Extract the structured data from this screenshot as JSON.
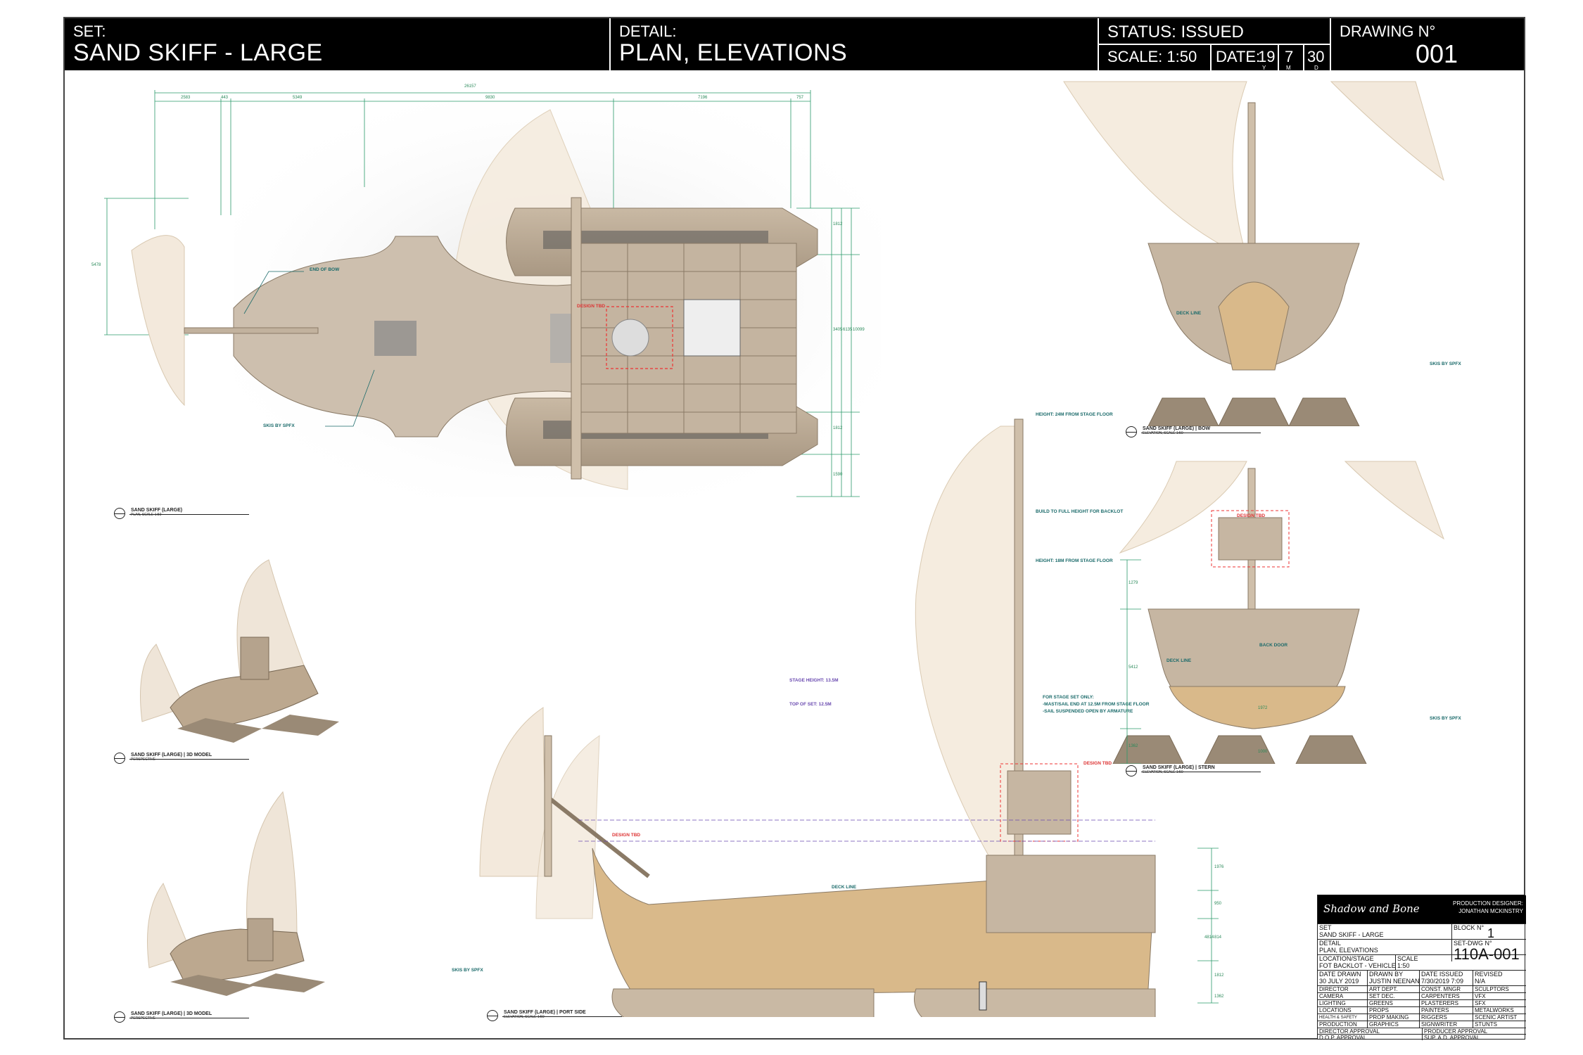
{
  "header": {
    "set_label": "SET:",
    "set_value": "SAND SKIFF - LARGE",
    "detail_label": "DETAIL:",
    "detail_value": "PLAN, ELEVATIONS",
    "status": "STATUS: ISSUED",
    "scale": "SCALE: 1:50",
    "date_label": "DATE:",
    "date_y": "19",
    "date_m": "7",
    "date_d": "30",
    "y_tag": "Y",
    "m_tag": "M",
    "d_tag": "D",
    "drawing_label": "DRAWING N°",
    "drawing_value": "001"
  },
  "views": {
    "plan": {
      "label": "SAND SKIFF (LARGE)",
      "sub": "PLAN, SCALE 1:50"
    },
    "model1": {
      "label": "SAND SKIFF (LARGE) | 3D MODEL",
      "sub": "PERSPECTIVE"
    },
    "model2": {
      "label": "SAND SKIFF (LARGE) | 3D MODEL",
      "sub": "PERSPECTIVE"
    },
    "port": {
      "label": "SAND SKIFF (LARGE) | PORT SIDE",
      "sub": "ELEVATION, SCALE 1:50"
    },
    "bow": {
      "label": "SAND SKIFF (LARGE) | BOW",
      "sub": "ELEVATION, SCALE 1:50"
    },
    "stern": {
      "label": "SAND SKIFF (LARGE) | STERN",
      "sub": "ELEVATION, SCALE 1:50"
    }
  },
  "notes": {
    "end_of_bow": "END OF BOW",
    "design_tbd": "DESIGN TBD",
    "skis_by_spfx": "SKIS BY SPFX",
    "deck_line": "DECK LINE",
    "back_door": "BACK DOOR",
    "height_24": "HEIGHT: 24M FROM STAGE FLOOR",
    "build_full": "BUILD TO FULL HEIGHT FOR BACKLOT",
    "height_18": "HEIGHT: 18M FROM STAGE FLOOR",
    "stage_height": "STAGE HEIGHT: 13.5M",
    "top_of_set": "TOP OF SET: 12.5M",
    "stage_set_1": "FOR STAGE SET ONLY:",
    "stage_set_2": "-MAST/SAIL END AT 12.5M FROM STAGE FLOOR",
    "stage_set_3": "-SAIL SUSPENDED OPEN BY ARMATURE"
  },
  "dims": {
    "overall": "26157",
    "d1": "2583",
    "d2": "443",
    "d3": "5349",
    "d4": "9830",
    "d5": "7196",
    "d6": "757",
    "beam": "5478",
    "r1": "1812",
    "r2": "3405",
    "r3": "6135",
    "r4": "10099",
    "r5": "1812",
    "r6": "1590",
    "s1": "1279",
    "s2": "5412",
    "s3": "1362",
    "p1": "1976",
    "p2": "950",
    "p3": "814",
    "p4": "4814",
    "p5": "1812",
    "p6": "1362",
    "stern_inner": "1972",
    "stern_low": "1000"
  },
  "titleblock": {
    "brand": "Shadow and Bone",
    "pd_label": "PRODUCTION DESIGNER:",
    "pd_name": "JONATHAN MCKINSTRY",
    "set_label": "SET",
    "set_value": "SAND SKIFF - LARGE",
    "block_label": "BLOCK N°",
    "block_value": "1",
    "detail_label": "DETAIL",
    "detail_value": "PLAN, ELEVATIONS",
    "setdwg_label": "SET-DWG N°",
    "setdwg_value": "110A-001",
    "loc_label": "LOCATION/STAGE",
    "loc_value": "FOT BACKLOT - VEHICLE",
    "scale_label": "SCALE",
    "scale_value": "1:50",
    "date_drawn_label": "DATE DRAWN",
    "date_drawn_value": "30 JULY 2019",
    "drawn_by_label": "DRAWN BY",
    "drawn_by_value": "JUSTIN NEENAN",
    "issued_label": "DATE ISSUED",
    "issued_value": "7/30/2019 7:09",
    "revised_label": "REVISED",
    "revised_value": "N/A",
    "depts": [
      [
        "DIRECTOR",
        "ART DEPT.",
        "CONST. MNGR",
        "SCULPTORS"
      ],
      [
        "CAMERA",
        "SET DEC.",
        "CARPENTERS",
        "VFX"
      ],
      [
        "LIGHTING",
        "GREENS",
        "PLASTERERS",
        "SFX"
      ],
      [
        "LOCATIONS",
        "PROPS",
        "PAINTERS",
        "METALWORKS"
      ],
      [
        "HEALTH & SAFETY",
        "PROP MAKING",
        "RIGGERS",
        "SCENIC ARTIST"
      ],
      [
        "PRODUCTION",
        "GRAPHICS",
        "SIGNWRITER",
        "STUNTS"
      ]
    ],
    "director_approval": "DIRECTOR APPROVAL",
    "producer_approval": "PRODUCER APPROVAL",
    "dop_approval": "D.O.P. APPROVAL",
    "sup_ad_approval": "SUP. A.D. APPROVAL"
  }
}
